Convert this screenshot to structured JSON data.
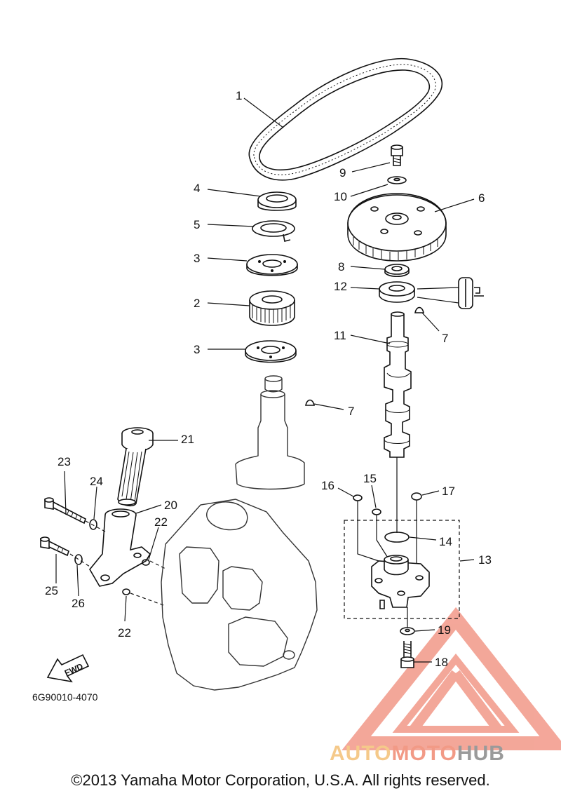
{
  "drawing_code": "6G90010-4070",
  "copyright": "©2013 Yamaha Motor Corporation, U.S.A. All rights reserved.",
  "fwd_label": "FWD",
  "watermark": {
    "part1": "AUTO",
    "part2": "MOTO",
    "part3": "HUB",
    "colors": {
      "auto": "#f5c98a",
      "moto": "#f29a86",
      "hub": "#9a9a9a",
      "mark": "#f08a78"
    }
  },
  "callouts": {
    "c1": "1",
    "c2": "2",
    "c3a": "3",
    "c3b": "3",
    "c4": "4",
    "c5": "5",
    "c6": "6",
    "c7a": "7",
    "c7b": "7",
    "c8": "8",
    "c9": "9",
    "c10": "10",
    "c11": "11",
    "c12": "12",
    "c13": "13",
    "c14": "14",
    "c15": "15",
    "c16": "16",
    "c17": "17",
    "c18": "18",
    "c19": "19",
    "c20": "20",
    "c21": "21",
    "c22a": "22",
    "c22b": "22",
    "c23": "23",
    "c24": "24",
    "c25": "25",
    "c26": "26"
  }
}
